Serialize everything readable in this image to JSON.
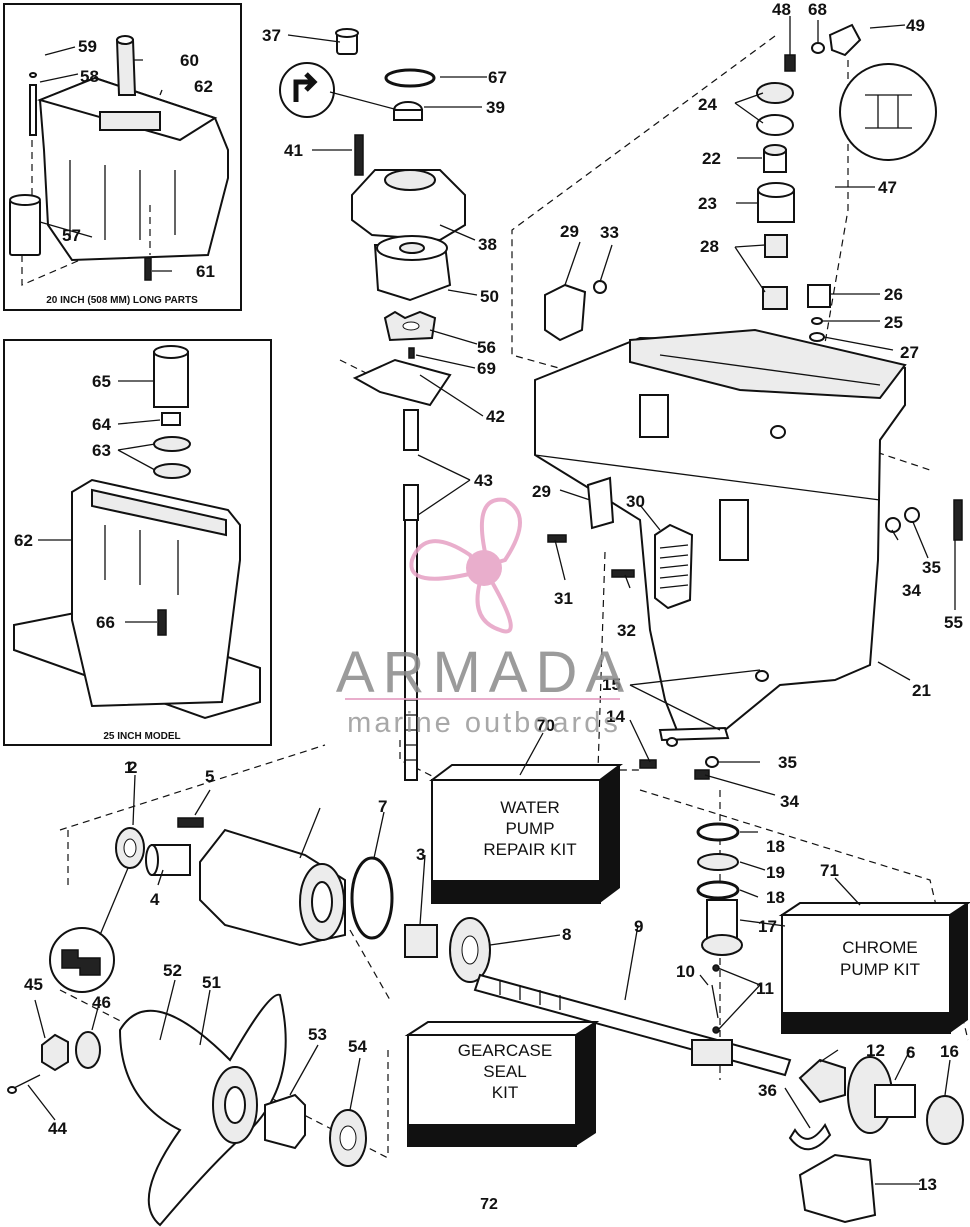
{
  "callouts": [
    "1",
    "2",
    "3",
    "4",
    "5",
    "6",
    "7",
    "8",
    "9",
    "10",
    "11",
    "12",
    "13",
    "14",
    "15",
    "16",
    "17",
    "18",
    "18",
    "19",
    "21",
    "22",
    "23",
    "24",
    "25",
    "26",
    "27",
    "28",
    "29",
    "29",
    "30",
    "31",
    "32",
    "33",
    "34",
    "34",
    "35",
    "35",
    "36",
    "37",
    "38",
    "39",
    "41",
    "42",
    "43",
    "44",
    "45",
    "46",
    "47",
    "48",
    "49",
    "50",
    "51",
    "52",
    "53",
    "54",
    "55",
    "56",
    "57",
    "58",
    "59",
    "60",
    "61",
    "62",
    "62",
    "63",
    "64",
    "65",
    "66",
    "67",
    "68",
    "69",
    "70",
    "71"
  ],
  "inset_top_caption": "20 INCH (508 MM) LONG PARTS",
  "inset_bottom_caption": "25 INCH MODEL",
  "kits": {
    "water_pump": [
      "WATER",
      "PUMP",
      "REPAIR KIT"
    ],
    "chrome_pump": [
      "CHROME",
      "PUMP KIT"
    ],
    "gearcase_seal": [
      "GEARCASE",
      "SEAL",
      "KIT"
    ]
  },
  "watermark": {
    "brand": "ARMADA",
    "tagline": "marine outboards",
    "accent_color": "#e6a0c4",
    "text_color": "#8a8a8a"
  },
  "page_number": "72"
}
